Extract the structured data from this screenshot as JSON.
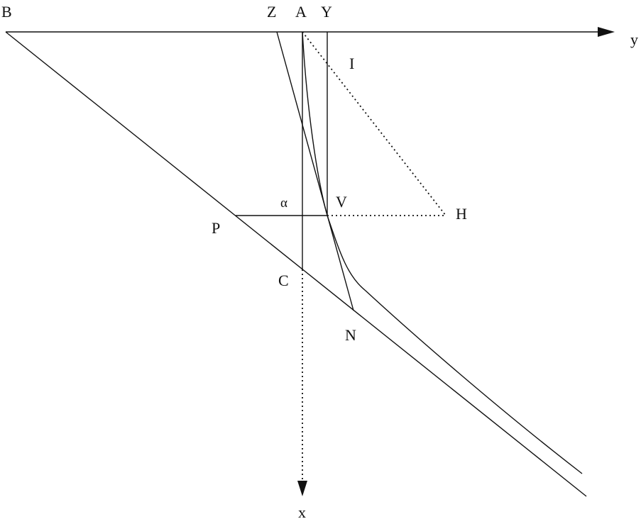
{
  "labels": {
    "B": "B",
    "Z": "Z",
    "A": "A",
    "Y": "Y",
    "y_axis": "y",
    "I": "I",
    "alpha": "α",
    "V": "V",
    "H": "H",
    "P": "P",
    "C": "C",
    "N": "N",
    "x_axis": "x"
  }
}
